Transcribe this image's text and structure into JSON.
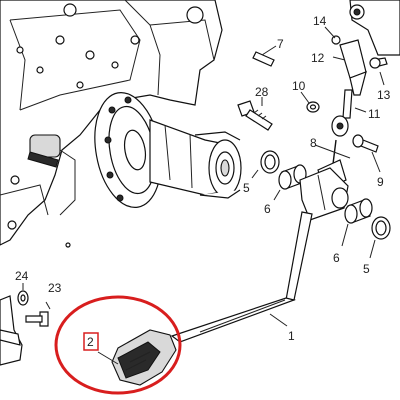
{
  "parts": [
    {
      "key": "p14",
      "number": "14"
    },
    {
      "key": "p12",
      "number": "12"
    },
    {
      "key": "p13",
      "number": "13"
    },
    {
      "key": "p7",
      "number": "7"
    },
    {
      "key": "p28",
      "number": "28"
    },
    {
      "key": "p10",
      "number": "10"
    },
    {
      "key": "p11",
      "number": "11"
    },
    {
      "key": "p8",
      "number": "8"
    },
    {
      "key": "p9",
      "number": "9"
    },
    {
      "key": "p5a",
      "number": "5"
    },
    {
      "key": "p6a",
      "number": "6"
    },
    {
      "key": "p6b",
      "number": "6"
    },
    {
      "key": "p5b",
      "number": "5"
    },
    {
      "key": "p24",
      "number": "24"
    },
    {
      "key": "p23",
      "number": "23"
    },
    {
      "key": "p1",
      "number": "1"
    },
    {
      "key": "p2",
      "number": "2"
    }
  ],
  "highlight": {
    "color": "#d81e1e",
    "target_part": "2"
  }
}
